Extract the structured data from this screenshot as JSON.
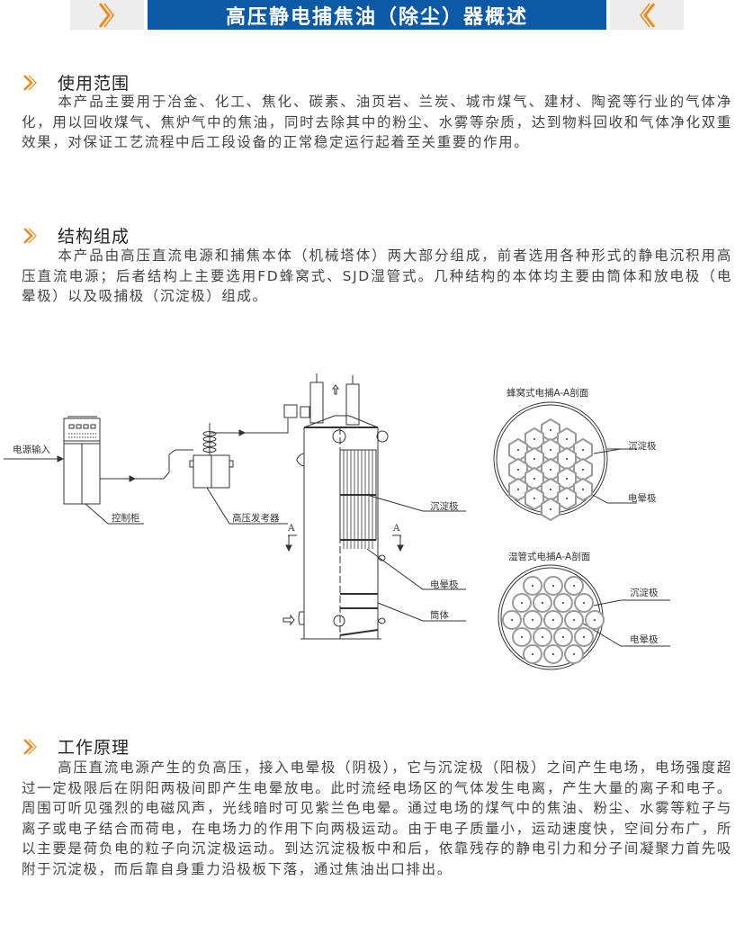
{
  "banner": {
    "title": "高压静电捕焦油（除尘）器概述",
    "left_icon": "double-chevron-right-icon",
    "right_icon": "double-chevron-left-icon",
    "colors": {
      "blue": "#0c5aa6",
      "grey": "#ececec",
      "orange": "#f08a1c"
    }
  },
  "sections": [
    {
      "title": "使用范围",
      "icon": "double-chevron-right-icon",
      "body": "本产品主要用于冶金、化工、焦化、碳素、油页岩、兰炭、城市煤气、建材、陶瓷等行业的气体净化，用以回收煤气、焦炉气中的焦油，同时去除其中的粉尘、水雾等杂质，达到物料回收和气体净化双重效果，对保证工艺流程中后工段设备的正常稳定运行起着至关重要的作用。"
    },
    {
      "title": "结构组成",
      "icon": "double-chevron-right-icon",
      "body": "本产品由高压直流电源和捕焦本体（机械塔体）两大部分组成，前者选用各种形式的静电沉积用高压直流电源；后者结构上主要选用FD蜂窝式、SJD湿管式。几种结构的本体均主要由筒体和放电极（电晕极）以及吸捕极（沉淀极）组成。"
    },
    {
      "title": "工作原理",
      "icon": "double-chevron-right-icon",
      "body": "高压直流电源产生的负高压，接入电晕极（阴极），它与沉淀极（阳极）之间产生电场，电场强度超过一定极限后在阴阳两极间即产生电晕放电。此时流经电场区的气体发生电离，产生大量的离子和电子。周围可听见强烈的电磁风声，光线暗时可见紫兰色电晕。通过电场的煤气中的焦油、粉尘、水雾等粒子与离子或电子结合而荷电，在电场力的作用下向两极运动。由于电子质量小，运动速度快，空间分布广，所以主要是荷负电的粒子向沉淀极运动。到达沉淀极板中和后，依靠残存的静电引力和分子间凝聚力首先吸附于沉淀极，而后靠自身重力沿极板下落，通过焦油出口排出。"
    }
  ],
  "diagram": {
    "labels": {
      "power_input": "电源输入",
      "control_cabinet": "控制柜",
      "hv_generator": "高压发考器",
      "collector_electrode": "沉淀极",
      "corona_electrode": "电晕极",
      "shell": "筒体",
      "section_a_left": "A",
      "section_a_right": "A"
    },
    "honeycomb": {
      "title": "蜂窝式电捕A-A剖面",
      "collector_electrode": "沉淀极",
      "corona_electrode": "电晕极"
    },
    "tube": {
      "title": "湿管式电捕A-A剖面",
      "collector_electrode": "沉淀极",
      "corona_electrode": "电晕极"
    }
  }
}
